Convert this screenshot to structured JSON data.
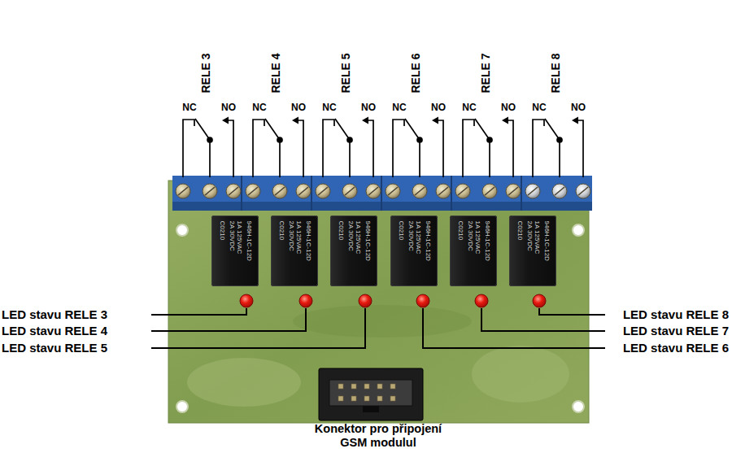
{
  "diagram": {
    "nodes": [
      {
        "text": [
          "946H-1C-12D",
          "1A 125VAC 2A 30VDC",
          "C0210"
        ]
      },
      {
        "text": [
          "946H-1C-12D",
          "1A 125VAC 2A 30VDC",
          "C0210"
        ]
      },
      {
        "text": [
          "946H-1C-12D",
          "1A 125VAC 2A 30VDC",
          "C0210"
        ]
      },
      {
        "text": [
          "946H-1C-12D",
          "1A 125VAC 2A 30VDC",
          "C0210"
        ]
      },
      {
        "text": [
          "946H-1C-12D",
          "1A 125VAC 2A 30VDC",
          "C0210"
        ]
      },
      {
        "text": [
          "946H-1C-12D",
          "1A 125VAC 2A 30VDC",
          "C0210"
        ]
      }
    ],
    "labels": [
      "RELE 3",
      "NC",
      "NO",
      "RELE 4",
      "NC",
      "NO",
      "RELE 5",
      "NC",
      "NO",
      "RELE 6",
      "NC",
      "NO",
      "RELE 7",
      "NC",
      "NO",
      "RELE 8",
      "NC",
      "NO",
      "LED stavu RELE 3",
      "LED stavu RELE 4",
      "LED stavu RELE 5",
      "LED stavu RELE 8",
      "LED stavu RELE 7",
      "LED stavu RELE 6",
      "Konektor pro připojení GSM modulul"
    ]
  }
}
